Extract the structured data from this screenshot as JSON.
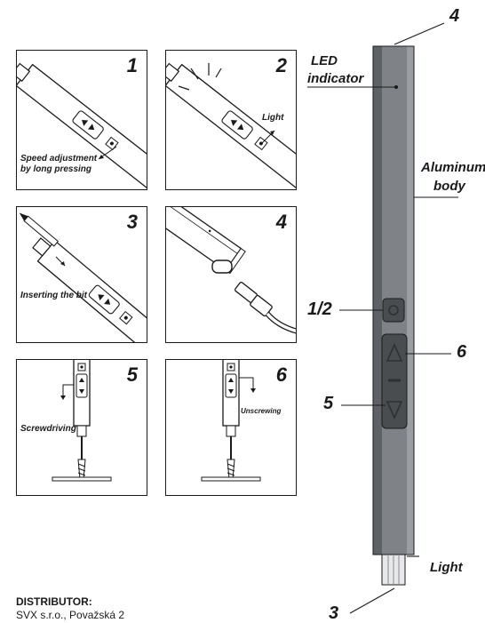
{
  "panels": [
    {
      "number": "1",
      "label_line1": "Speed adjustment",
      "label_line2": "by long pressing"
    },
    {
      "number": "2",
      "label": "Light"
    },
    {
      "number": "3",
      "label": "Inserting the bit"
    },
    {
      "number": "4"
    },
    {
      "number": "5",
      "label": "Screwdriving"
    },
    {
      "number": "6",
      "label": "Unscrewing"
    }
  ],
  "callouts": {
    "top_end": "4",
    "led_line1": "LED",
    "led_line2": "indicator",
    "body_line1": "Aluminum",
    "body_line2": "body",
    "button_small": "1/2",
    "button_up": "6",
    "button_down": "5",
    "light": "Light",
    "bit_end": "3"
  },
  "distributor": {
    "heading": "DISTRIBUTOR:",
    "line1": "SVX s.r.o., Považská 2"
  },
  "colors": {
    "body": "#7f8387",
    "body_dark": "#5e6266",
    "body_light": "#9a9ea2",
    "buttons": "#4a4d50",
    "ink": "#1a1a1a"
  }
}
